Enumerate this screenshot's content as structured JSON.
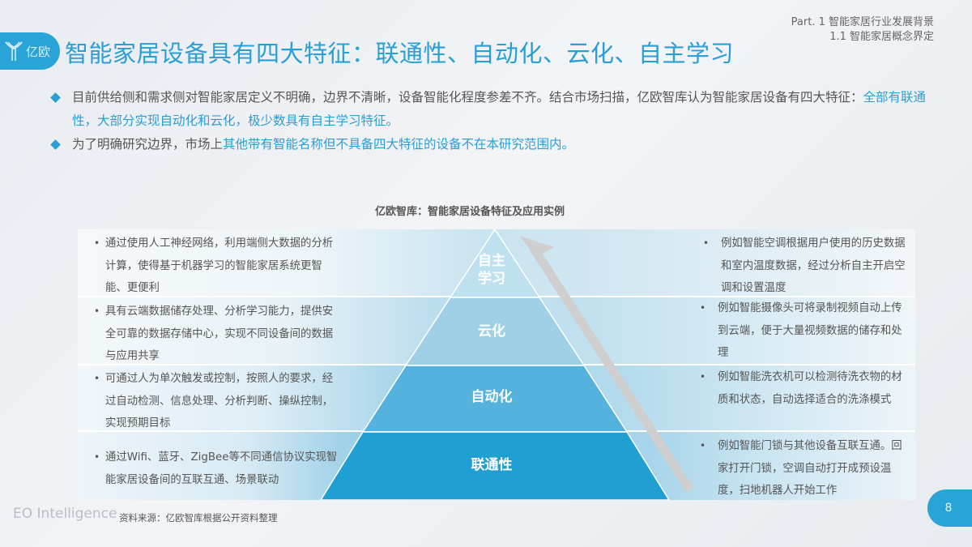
{
  "header": {
    "logo_text": "亿欧",
    "title": "智能家居设备具有四大特征：联通性、自动化、云化、自主学习",
    "part_line1": "Part. 1 智能家居行业发展背景",
    "part_line2": "1.1 智能家居概念界定"
  },
  "bullets": [
    {
      "plain1": "目前供给侧和需求侧对智能家居定义不明确，边界不清晰，设备智能化程度参差不齐。结合市场扫描，亿欧智库认为智能家居设备有四大特征：",
      "highlight": "全部有联通性，大部分实现自动化和云化，极少数具有自主学习特征。",
      "plain2": ""
    },
    {
      "plain1": "为了明确研究边界，市场上",
      "highlight": "其他带有智能名称但不具备四大特征的设备不在本研究范围内。",
      "plain2": ""
    }
  ],
  "chart_data": {
    "type": "pyramid",
    "title": "亿欧智库：智能家居设备特征及应用实例",
    "tiers": [
      {
        "label_line1": "自主",
        "label_line2": "学习",
        "description": "通过使用人工神经网络，利用端侧大数据的分析计算，使得基于机器学习的智能家居系统更智能、更便利",
        "example": "例如智能空调根据用户使用的历史数据和室内温度数据，经过分析自主开启空调和设置温度",
        "color": "#bfe1ef"
      },
      {
        "label_line1": "云化",
        "label_line2": "",
        "description": "具有云端数据储存处理、分析学习能力，提供安全可靠的数据存储中心，实现不同设备间的数据与应用共享",
        "example": "例如智能摄像头可将录制视频自动上传到云端，便于大量视频数据的储存和处理",
        "color": "#9fd0e6"
      },
      {
        "label_line1": "自动化",
        "label_line2": "",
        "description": "可通过人为单次触发或控制，按照人的要求，经过自动检测、信息处理、分析判断、操纵控制，实现预期目标",
        "example": "例如智能洗衣机可以检测待洗衣物的材质和状态，自动选择适合的洗涤模式",
        "color": "#55b2dd"
      },
      {
        "label_line1": "联通性",
        "label_line2": "",
        "description": "通过Wifi、蓝牙、ZigBee等不同通信协议实现智能家居设备间的互联互通、场景联动",
        "example": "例如智能门锁与其他设备互联互通。回家打开门锁，空调自动打开成预设温度，扫地机器人开始工作",
        "color": "#1f9fd2"
      }
    ],
    "arrow": "upward-gray-arrow"
  },
  "footer": {
    "brand": "EO Intelligence",
    "source": "资料来源：亿欧智库根据公开资料整理",
    "page_number": "8"
  },
  "colors": {
    "accent": "#2a9fd6",
    "text": "#555555"
  }
}
